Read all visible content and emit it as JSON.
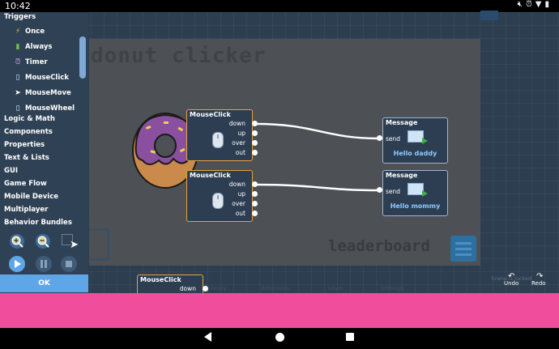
{
  "status": {
    "time": "10:42",
    "icons": [
      "mute-icon",
      "alarm-icon",
      "wifi-icon",
      "battery-icon"
    ]
  },
  "stage": {
    "game_title": "donut clicker",
    "leaderboard_label": "leaderboard"
  },
  "sidebar": {
    "section_triggers": "Triggers",
    "triggers": [
      {
        "label": "Once",
        "icon": "lightning-icon"
      },
      {
        "label": "Always",
        "icon": "battery-icon"
      },
      {
        "label": "Timer",
        "icon": "alarm-clock-icon"
      },
      {
        "label": "MouseClick",
        "icon": "mouse-icon"
      },
      {
        "label": "MouseMove",
        "icon": "cursor-icon"
      },
      {
        "label": "MouseWheel",
        "icon": "mouse-wheel-icon"
      }
    ],
    "categories": [
      "Logic & Math",
      "Components",
      "Properties",
      "Text & Lists",
      "GUI",
      "Game Flow",
      "Mobile Device",
      "Multiplayer",
      "Behavior Bundles"
    ],
    "ok_label": "OK"
  },
  "nodes": {
    "mouseclick1": {
      "title": "MouseClick",
      "ports": [
        "down",
        "up",
        "over",
        "out"
      ]
    },
    "mouseclick2": {
      "title": "MouseClick",
      "ports": [
        "down",
        "up",
        "over",
        "out"
      ]
    },
    "mouseclick3": {
      "title": "MouseClick",
      "ports": [
        "down"
      ]
    },
    "message1": {
      "title": "Message",
      "port": "send",
      "text": "Hello daddy"
    },
    "message2": {
      "title": "Message",
      "port": "send",
      "text": "Hello mommy"
    }
  },
  "bottom_bar": {
    "undo_label": "Undo",
    "redo_label": "Redo",
    "scene_locked": "Scene is locked",
    "faded_labels": [
      "Library",
      "Behaviors",
      "Layer",
      "Settings"
    ]
  },
  "colors": {
    "sidebar": "#2f4255",
    "accent": "#5fa6e8",
    "node_border": "#e8a23a",
    "message_border": "#9fb4d8",
    "pink": "#f04e9d"
  }
}
